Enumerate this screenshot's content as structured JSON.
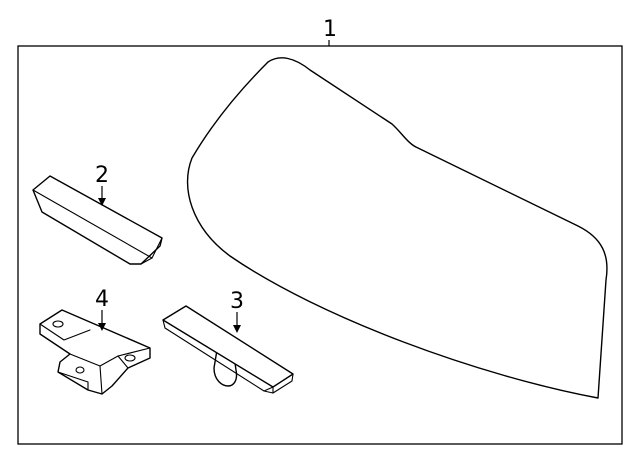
{
  "callouts": {
    "glass": "1",
    "spacer": "2",
    "stopper": "3",
    "bracket": "4"
  }
}
